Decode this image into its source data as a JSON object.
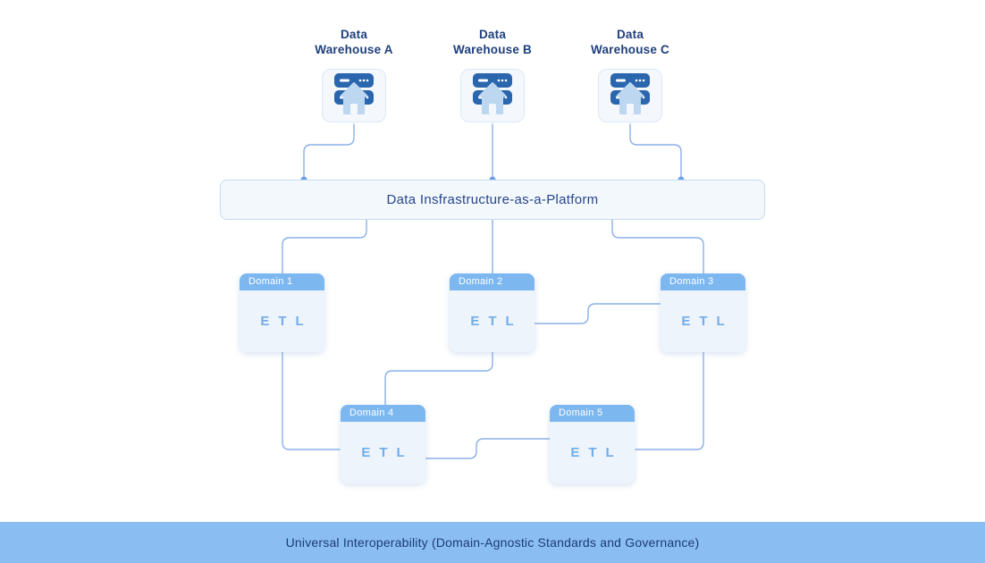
{
  "warehouses": [
    {
      "name": "Data Warehouse A",
      "label_line1": "Data",
      "label_line2": "Warehouse A"
    },
    {
      "name": "Data Warehouse B",
      "label_line1": "Data",
      "label_line2": "Warehouse B"
    },
    {
      "name": "Data Warehouse C",
      "label_line1": "Data",
      "label_line2": "Warehouse C"
    }
  ],
  "platform": {
    "label": "Data Insfrastructure-as-a-Platform"
  },
  "domains": [
    {
      "title": "Domain 1",
      "content": "ETL"
    },
    {
      "title": "Domain 2",
      "content": "ETL"
    },
    {
      "title": "Domain 3",
      "content": "ETL"
    },
    {
      "title": "Domain 4",
      "content": "ETL"
    },
    {
      "title": "Domain 5",
      "content": "ETL"
    }
  ],
  "footer": {
    "label": "Universal Interoperability (Domain-Agnostic Standards and Governance)"
  },
  "icons": {
    "warehouse": "database-server-with-home-arrow-icon"
  },
  "colors": {
    "label_text": "#1e3f7c",
    "platform_text": "#27458a",
    "platform_bg": "#f3f8fc",
    "platform_border": "#c5dcf0",
    "connector_line": "#8ab1e8",
    "connector_dot": "#6d9ee8",
    "domain_header_bg": "#7db7f0",
    "domain_header_text": "#ffffff",
    "domain_body_bg": "#edf4fc",
    "etl_text": "#72adea",
    "icon_server_blue": "#2a66ad",
    "icon_house_blue": "#bdd7f0",
    "icon_card_bg": "#f4f8fd",
    "icon_card_border": "#d9e8f6",
    "footer_bg": "#8abef2",
    "footer_text": "#1d3c74"
  }
}
